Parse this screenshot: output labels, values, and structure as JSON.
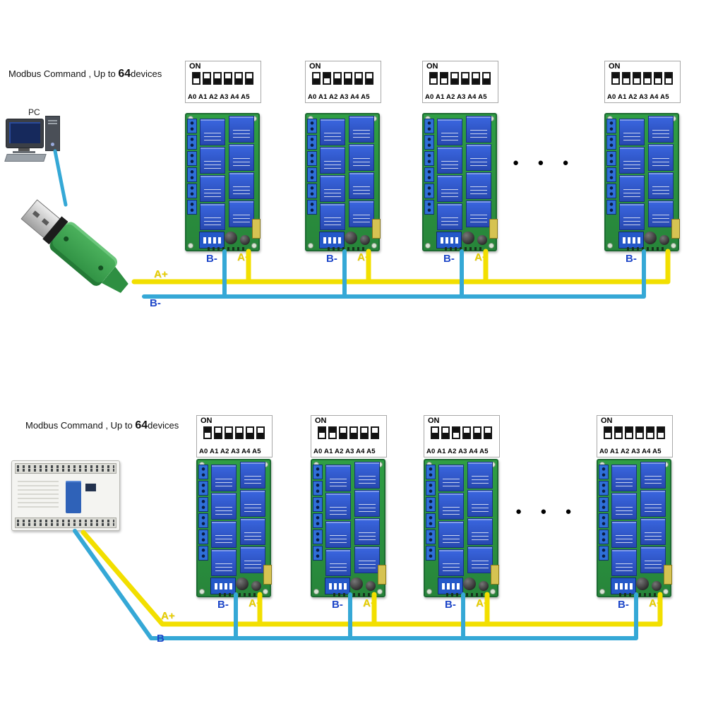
{
  "colors": {
    "wire_a": "#f2df00",
    "wire_b": "#35a8d6",
    "pcb_green": "#2f9e44",
    "relay_blue": "#2748b0",
    "label_a": "#e8cf00",
    "label_b": "#1d46c8"
  },
  "title": {
    "prefix": "Modbus Command , Up to ",
    "number": "64",
    "suffix": "devices"
  },
  "dip": {
    "on_label": "ON",
    "legend": "A0 A1 A2 A3 A4 A5"
  },
  "ellipsis": "● ● ●",
  "top": {
    "source_label": "PC",
    "bus_a_label": "A+",
    "bus_b_label": "B-",
    "boards": [
      {
        "b_label": "B-",
        "a_label": "A+",
        "dip": [
          1,
          0,
          0,
          0,
          0,
          0
        ]
      },
      {
        "b_label": "B-",
        "a_label": "A+",
        "dip": [
          0,
          1,
          0,
          0,
          0,
          0
        ]
      },
      {
        "b_label": "B-",
        "a_label": "A+",
        "dip": [
          1,
          1,
          0,
          0,
          0,
          0
        ]
      },
      {
        "b_label": "B-",
        "a_label": "",
        "dip": [
          1,
          1,
          1,
          1,
          1,
          1
        ]
      }
    ]
  },
  "bottom": {
    "bus_a_label": "A+",
    "bus_b_label": "B",
    "boards": [
      {
        "b_label": "B-",
        "a_label": "A+",
        "dip": [
          1,
          0,
          0,
          0,
          0,
          0
        ]
      },
      {
        "b_label": "B-",
        "a_label": "A+",
        "dip": [
          1,
          1,
          0,
          0,
          0,
          0
        ]
      },
      {
        "b_label": "B-",
        "a_label": "A+",
        "dip": [
          0,
          0,
          1,
          0,
          0,
          0
        ]
      },
      {
        "b_label": "B-",
        "a_label": "A+",
        "dip": [
          1,
          1,
          1,
          1,
          1,
          1
        ]
      }
    ]
  }
}
